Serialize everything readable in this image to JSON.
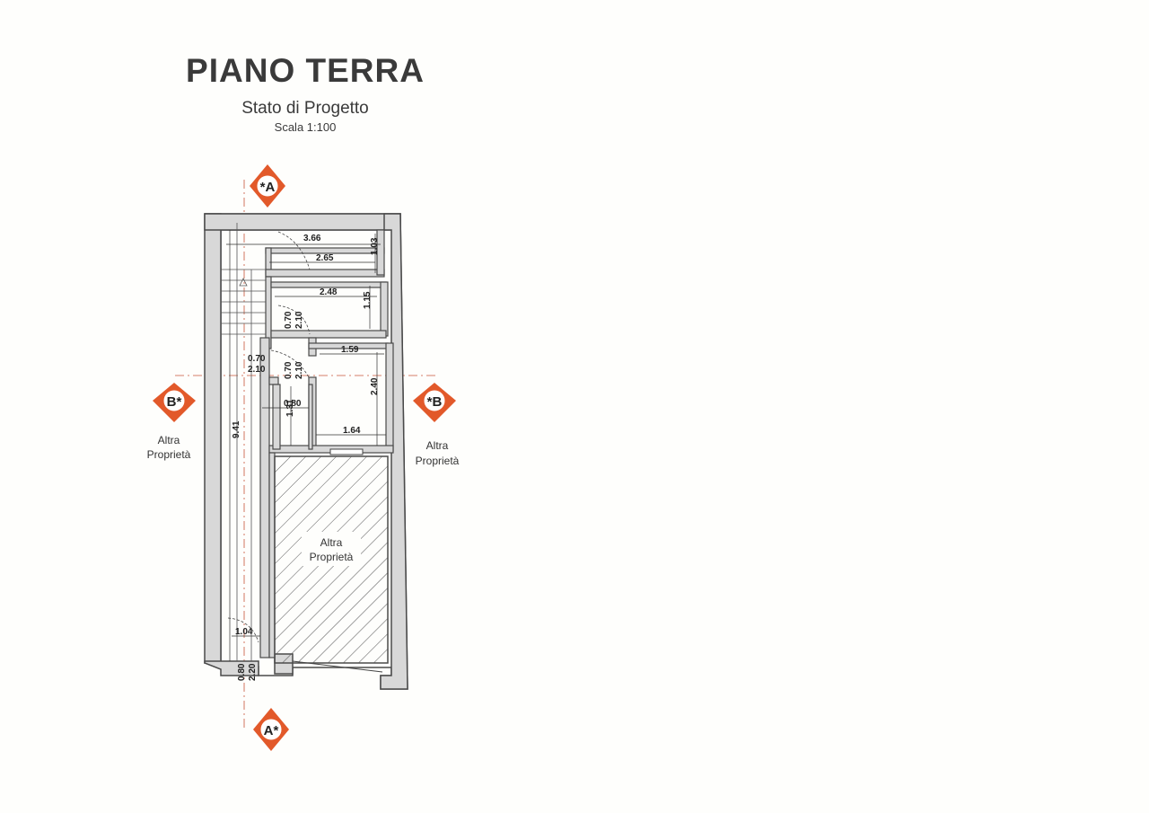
{
  "header": {
    "title": "PIANO TERRA",
    "subtitle": "Stato di Progetto",
    "scale": "Scala 1:100"
  },
  "section_marks": {
    "top": "*A",
    "bottom": "A*",
    "left": "B*",
    "right": "*B"
  },
  "labels": {
    "left_neighbor_line1": "Altra",
    "left_neighbor_line2": "Proprietà",
    "right_neighbor_line1": "Altra",
    "right_neighbor_line2": "Proprietà",
    "hatched_line1": "Altra",
    "hatched_line2": "Proprietà"
  },
  "dimensions": {
    "d366": "3.66",
    "d265": "2.65",
    "d103": "1.03",
    "d248": "2.48",
    "d115": "1.15",
    "d070a": "0.70",
    "d210a": "2.10",
    "d159": "1.59",
    "d070b": "0.70",
    "d210b": "2.10",
    "d070c": "0.70",
    "d210c": "2.10",
    "d240": "2.40",
    "d080": "0.80",
    "d131": "1.31",
    "d164": "1.64",
    "d941": "9.41",
    "d104": "1.04",
    "d080b": "0.80",
    "d220": "2.20"
  },
  "colors": {
    "marker": "#e2592a",
    "wall": "#4a4a4a",
    "wall_fill": "#d8d8d8",
    "axis": "#c8553a"
  }
}
